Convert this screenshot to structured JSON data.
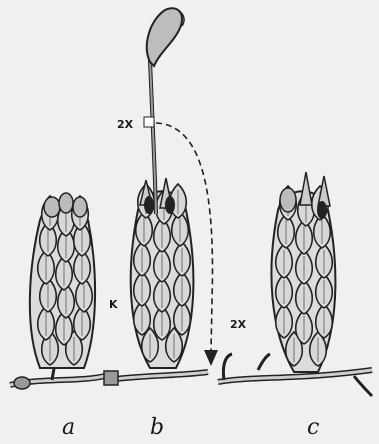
{
  "figure": {
    "panel_labels": [
      "a",
      "b",
      "c"
    ],
    "magnification_marks": [
      "2X",
      "2X"
    ],
    "marker_k": "K"
  }
}
